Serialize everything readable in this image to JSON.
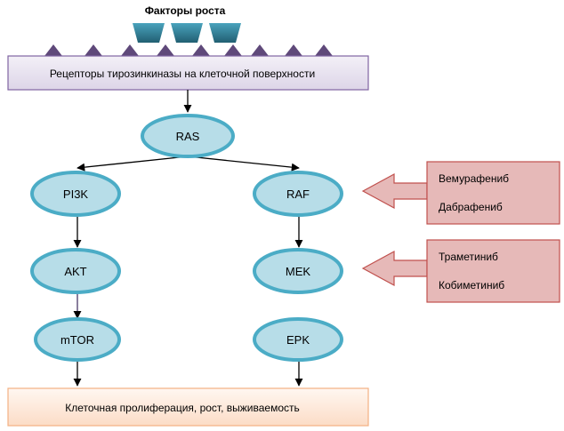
{
  "diagram": {
    "growth_factors_label": "Факторы роста",
    "receptor_bar_label": "Рецепторы тирозинкиназы на клеточной поверхности",
    "nodes": {
      "ras": "RAS",
      "pi3k": "PI3K",
      "raf": "RAF",
      "akt": "AKT",
      "mek": "MEK",
      "mtor": "mTOR",
      "erk": "EPK"
    },
    "drugs": {
      "raf_inhibitors": [
        "Вемурафениб",
        "Дабрафениб"
      ],
      "mek_inhibitors": [
        "Траметиниб",
        "Кобиметиниб"
      ]
    },
    "outcome_label": "Клеточная пролиферация, рост, выживаемость"
  },
  "colors": {
    "node_fill": "#b7dde8",
    "node_stroke": "#4bacc6",
    "receptor_bar_fill": "#e6e0ec",
    "receptor_bar_stroke": "#8064a2",
    "triangle_fill": "#5f497a",
    "ligand_fill": "#31859c",
    "drug_box_fill": "#e6b9b8",
    "drug_box_stroke": "#c0504d",
    "outcome_fill": "#fde9d9",
    "outcome_stroke": "#f79646"
  }
}
